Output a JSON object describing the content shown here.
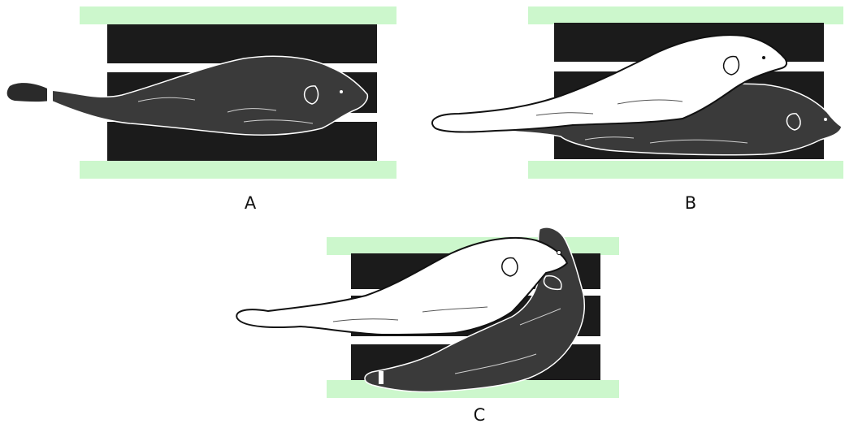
{
  "panels": [
    {
      "id": "a",
      "label": "A"
    },
    {
      "id": "b",
      "label": "B"
    },
    {
      "id": "c",
      "label": "C"
    }
  ],
  "colors": {
    "rail": "#ccf7cc",
    "gap_bar": "#1b1b1b",
    "dark_animal": "#3a3a3a",
    "light_animal": "#ffffff",
    "outline": "#111111",
    "contour": "#e8e8e8"
  }
}
